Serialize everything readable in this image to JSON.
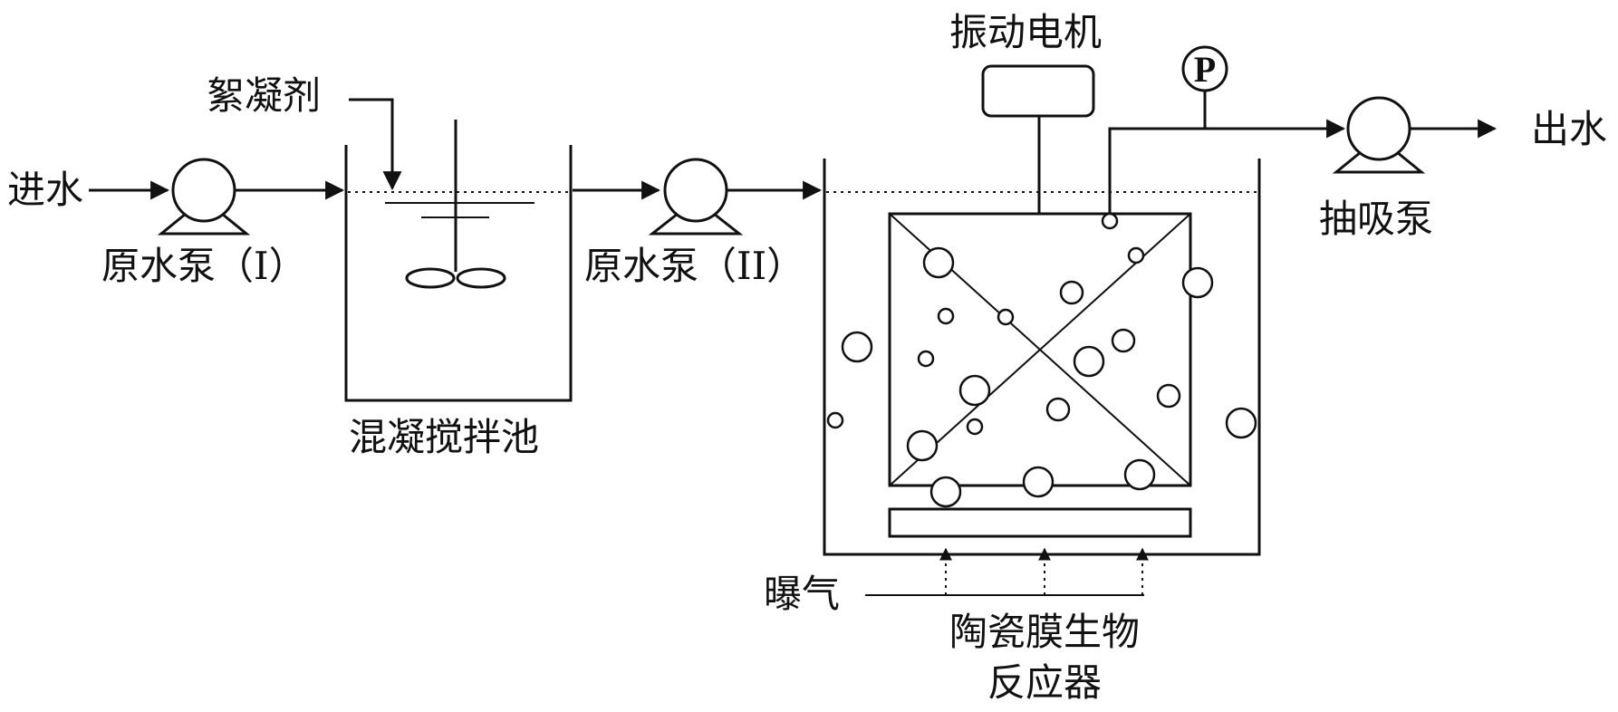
{
  "labels": {
    "inlet": "进水",
    "flocculant": "絮凝剂",
    "raw_pump_1": "原水泵（I）",
    "mixing_tank": "混凝搅拌池",
    "raw_pump_2": "原水泵（II）",
    "vibration_motor": "振动电机",
    "pressure_gauge": "P",
    "suction_pump": "抽吸泵",
    "outlet": "出水",
    "aeration": "曝气",
    "reactor_line1": "陶瓷膜生物",
    "reactor_line2": "反应器"
  },
  "colors": {
    "stroke": "#111111",
    "background": "#ffffff"
  }
}
